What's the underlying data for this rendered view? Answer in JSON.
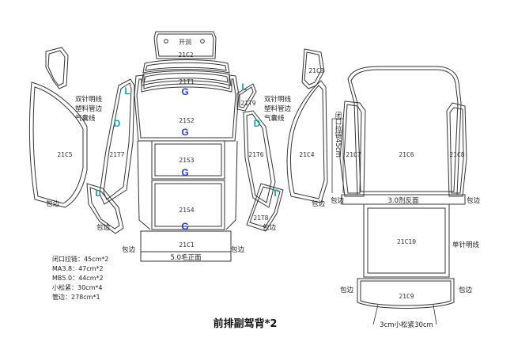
{
  "pieces": {
    "c2": "21C2",
    "t1": "21T1",
    "s2": "21S2",
    "s3": "21S3",
    "s4": "21S4",
    "c1": "21C1",
    "c5": "21C5",
    "t7": "21T7",
    "t6": "21T6",
    "c4": "21C4",
    "c3": "21C3",
    "c7": "21C7",
    "c6": "21C6",
    "c8": "21C8",
    "c10": "21C10",
    "c9": "21C9"
  },
  "hole_label": "开洞",
  "marks": {
    "g": "G",
    "l": "L",
    "d": "D",
    "t": "T"
  },
  "left_note": [
    "双针明线",
    "塑料管边",
    "气囊线"
  ],
  "right_note": [
    "双针明线",
    "塑料管边",
    "气囊线"
  ],
  "zipper_note": "闭口拉链45cm",
  "edge_label": "包边",
  "strip_front": "5.0毛正面",
  "strip_back": "3.0剂反面",
  "single_needle": "单针明线",
  "elastic_note": "3cm小松紧30cm",
  "notes": [
    "闭口拉链：45cm*2",
    "MA3.8：47cm*2",
    "MB5.0：44cm*2",
    "小松紧：30cm*4",
    "管边：278cm*1"
  ],
  "title": "前排副驾背*2",
  "colors": {
    "line": "#333333",
    "blue": "#1f3fbf",
    "cyan": "#1aa0b0"
  }
}
